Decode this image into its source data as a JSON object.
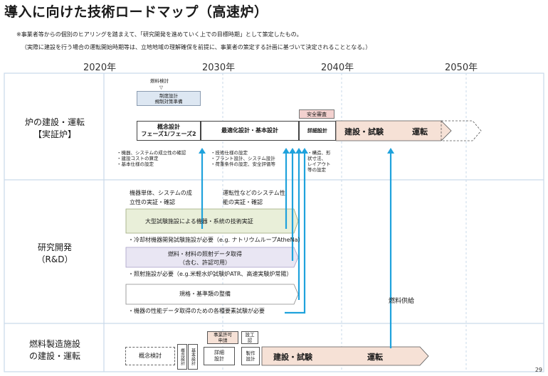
{
  "title": "導入に向けた技術ロードマップ（高速炉）",
  "notes": [
    "※事業者等からの個別のヒアリングを踏まえて、「研究開発を進めていく上での目標時期」として策定したもの。",
    "（実際に建設を行う場合の運転開始時期等は、立地地域の理解確保を前提に、事業者の策定する計画に基づいて決定されることとなる。）"
  ],
  "years": [
    "2020年",
    "2030年",
    "2040年",
    "2050年"
  ],
  "rows": {
    "reactor": {
      "label_line1": "炉の建設・運転",
      "label_line2": "【実証炉】",
      "fuel_study": "燃料検討",
      "fuel_study_arrow": "▽",
      "regulation_line1": "制度設計",
      "regulation_line2": "規制対策準備",
      "safety_review": "安全審査",
      "concept_line1": "概念設計",
      "concept_line2": "フェーズ1/フェーズ2",
      "optimization": "最適化設計・基本設計",
      "detail": "詳細設計",
      "build": "建設・試験",
      "operation": "運転",
      "notes_concept": [
        "・機器、システムの成立性の確認",
        "・建設コストの算定",
        "・基本仕様の設定"
      ],
      "notes_opt": [
        "・技術仕様の設定",
        "・プラント設計、システム設計",
        "・荷重条件の設定、安全評価等"
      ],
      "notes_detail": [
        "・構造、形",
        "状寸法、",
        "レイアウト",
        "等の設定"
      ]
    },
    "rnd": {
      "label_line1": "研究開発",
      "label_line2": "（R&D）",
      "note_a_line1": "機器単体、システムの成",
      "note_a_line2": "立性の実証・確認",
      "note_b_line1": "運転性などのシステム性",
      "note_b_line2": "能の実証・確認",
      "large_test": "大型試験施設による機器・系統の技術実証",
      "large_test_req": "・冷却材機器開発試験施設が必要（e.g. ナトリウムループAtheNa）",
      "irradiation_line1": "燃料・材料の照射データ取得",
      "irradiation_line2": "（含む、許認可用）",
      "irradiation_req": "・照射施設が必要（e.g.米軽水炉試験炉ATR、高速実験炉常陽）",
      "standards": "規格・基準類の整備",
      "standards_req": "・機器の性能データ取得のための各種要素試験が必要",
      "fuel_supply": "燃料供給"
    },
    "fuel_plant": {
      "label_line1": "燃料製造施設",
      "label_line2": "の建設・運転",
      "concept": "概念検討",
      "concept_design": "概念設計",
      "basic_design": "基本設計",
      "license_line1": "事業許可",
      "license_line2": "申請",
      "design_approval_line1": "設工",
      "design_approval_line2": "認",
      "detail_line1": "詳細",
      "detail_line2": "設計",
      "fab_line1": "製作",
      "fab_line2": "設計",
      "build": "建設・試験",
      "operation": "運転"
    }
  },
  "page_number": "29",
  "colors": {
    "arrow_blue": "#1fa2dc",
    "band_green": "#e9efd9",
    "band_lav": "#e9e6f3",
    "build_pink": "#f6e1d6",
    "header_blue": "#dde7f2",
    "safety_pink": "#f3d1cf",
    "grid_blue": "#c9d9ea"
  }
}
